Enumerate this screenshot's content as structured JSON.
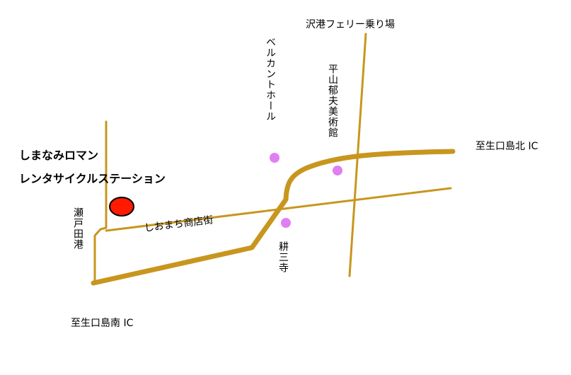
{
  "labels": {
    "ferry": "沢港フェリー乗り場",
    "belcanto": "ベルカントホール",
    "hirayama": "平山郁夫美術館",
    "ic_north": "至生口島北 IC",
    "ic_south": "至生口島南 IC",
    "setoda_port": "瀬戸田港",
    "shiomachi": "しおまち商店街",
    "kousanji": "耕三寺",
    "station_line1": "しまなみロマン",
    "station_line2": "レンタサイクルステーション"
  },
  "colors": {
    "road": "#c8961e",
    "poi": "#e07ff0",
    "station": "#ff1a00",
    "station_outline": "#000000"
  }
}
